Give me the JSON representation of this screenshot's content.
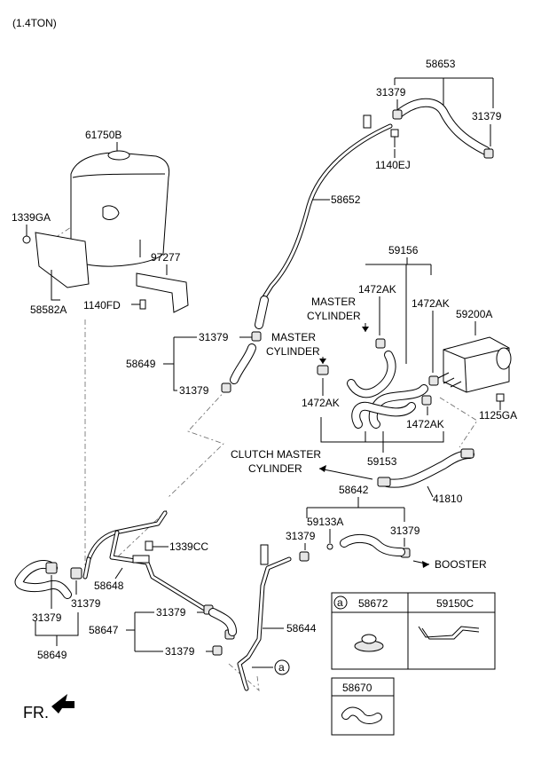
{
  "header": {
    "variant": "(1.4TON)"
  },
  "part_numbers": {
    "p58653": "58653",
    "p31379_top_l": "31379",
    "p31379_top_r": "31379",
    "p1140EJ": "1140EJ",
    "p61750B": "61750B",
    "p58652": "58652",
    "p1339GA": "1339GA",
    "p97277": "97277",
    "p58582A": "58582A",
    "p1140FD": "1140FD",
    "p59156": "59156",
    "p1472AK_l": "1472AK",
    "p1472AK_r": "1472AK",
    "p59200A": "59200A",
    "p31379_mid_a": "31379",
    "p58649_mid": "58649",
    "p31379_mid_b": "31379",
    "p1472AK_bl": "1472AK",
    "p1472AK_br": "1472AK",
    "p1125GA": "1125GA",
    "p59153": "59153",
    "p41810": "41810",
    "p58642": "58642",
    "p59133A": "59133A",
    "p31379_mid_c": "31379",
    "p31379_mid_d": "31379",
    "p1339CC": "1339CC",
    "p58648": "58648",
    "p31379_low_a": "31379",
    "p31379_low_b": "31379",
    "p58649_low": "58649",
    "p31379_low_c": "31379",
    "p58647": "58647",
    "p31379_low_d": "31379",
    "p58644": "58644"
  },
  "labels": {
    "master_cyl_1_l1": "MASTER",
    "master_cyl_1_l2": "CYLINDER",
    "master_cyl_2_l1": "MASTER",
    "master_cyl_2_l2": "CYLINDER",
    "clutch_l1": "CLUTCH MASTER",
    "clutch_l2": "CYLINDER",
    "booster": "BOOSTER",
    "fr": "FR.",
    "callout_a": "a"
  },
  "legend_table": {
    "marker": "a",
    "col1": "58672",
    "col2": "59150C",
    "bottom": "58670"
  }
}
